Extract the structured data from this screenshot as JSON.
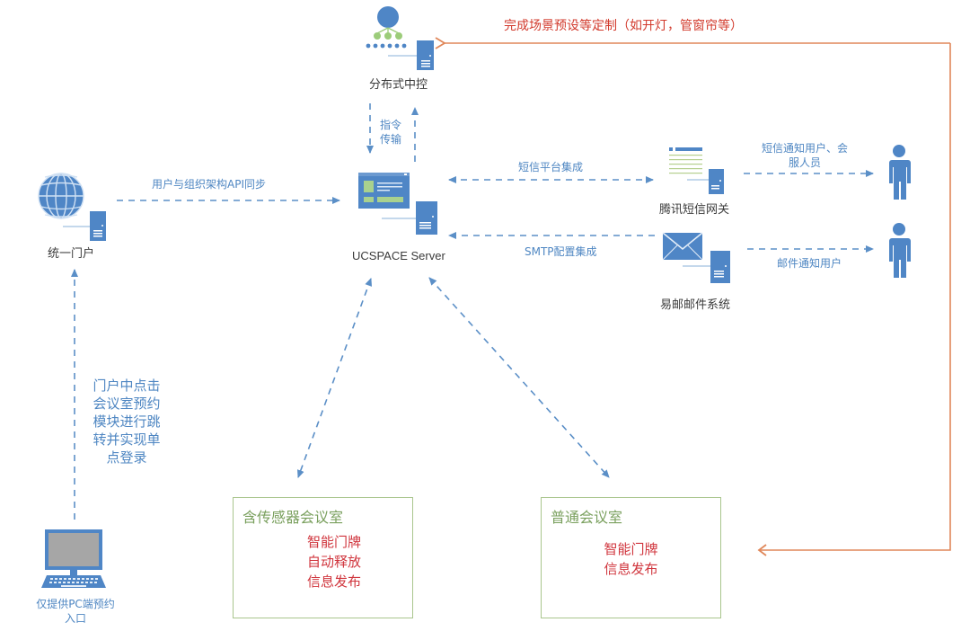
{
  "colors": {
    "icon_blue": "#4f86c6",
    "icon_green": "#9ccc7a",
    "arrow_blue": "#5b8fc7",
    "arrow_orange": "#e0875a",
    "room_border": "#a9c58d",
    "text_red": "#d0353d"
  },
  "nodes": {
    "central_control": {
      "label": "分布式中控",
      "icon": "network-hierarchy-icon"
    },
    "server": {
      "label": "UCSPACE Server",
      "icon": "server-window-icon"
    },
    "portal": {
      "label": "统一门户",
      "icon": "globe-icon"
    },
    "pc": {
      "label": "仅提供PC端预约入口",
      "icon": "desktop-computer-icon"
    },
    "sms_gateway": {
      "label": "腾讯短信网关",
      "icon": "document-list-icon"
    },
    "mail_system": {
      "label": "易邮邮件系统",
      "icon": "envelope-icon"
    },
    "user_sms": {
      "icon": "person-icon"
    },
    "user_mail": {
      "icon": "person-icon"
    }
  },
  "edges": {
    "scene_preset": "完成场景预设等定制（如开灯，管窗帘等）",
    "command": "指令传输",
    "api_sync": "用户与组织架构API同步",
    "sms_integration": "短信平台集成",
    "smtp_integration": "SMTP配置集成",
    "sms_notify": "短信通知用户、会服人员",
    "mail_notify": "邮件通知用户",
    "sso": "门户中点击会议室预约模块进行跳转并实现单点登录"
  },
  "rooms": [
    {
      "title": "含传感器会议室",
      "features": [
        "智能门牌",
        "自动释放",
        "信息发布"
      ]
    },
    {
      "title": "普通会议室",
      "features": [
        "智能门牌",
        "信息发布"
      ]
    }
  ]
}
